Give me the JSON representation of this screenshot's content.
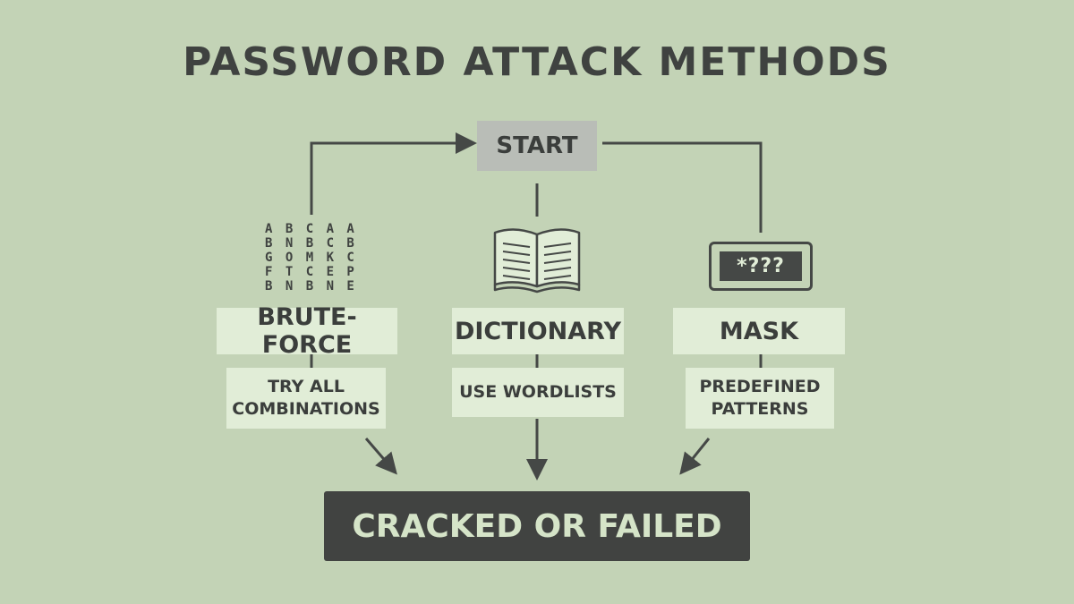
{
  "title": "PASSWORD ATTACK METHODS",
  "start_label": "START",
  "methods": [
    {
      "name": "BRUTE-FORCE",
      "description_lines": [
        "TRY ALL",
        "COMBINATIONS"
      ],
      "icon": "letter-grid-icon"
    },
    {
      "name": "DICTIONARY",
      "description_lines": [
        "USE WORDLISTS"
      ],
      "icon": "open-book-icon"
    },
    {
      "name": "MASK",
      "description_lines": [
        "PREDEFINED",
        "PATTERNS"
      ],
      "icon": "masked-password-icon"
    }
  ],
  "letter_grid": [
    "ABCAA",
    "BNBCB",
    "GOMKC",
    "FTCEP",
    "BNBNE"
  ],
  "mask_text": "*???",
  "result_label": "CRACKED OR FAILED",
  "colors": {
    "background": "#c3d3b6",
    "box_fill": "#e1edd7",
    "start_fill": "#b9bdb7",
    "result_fill": "#414341",
    "line": "#454846"
  }
}
